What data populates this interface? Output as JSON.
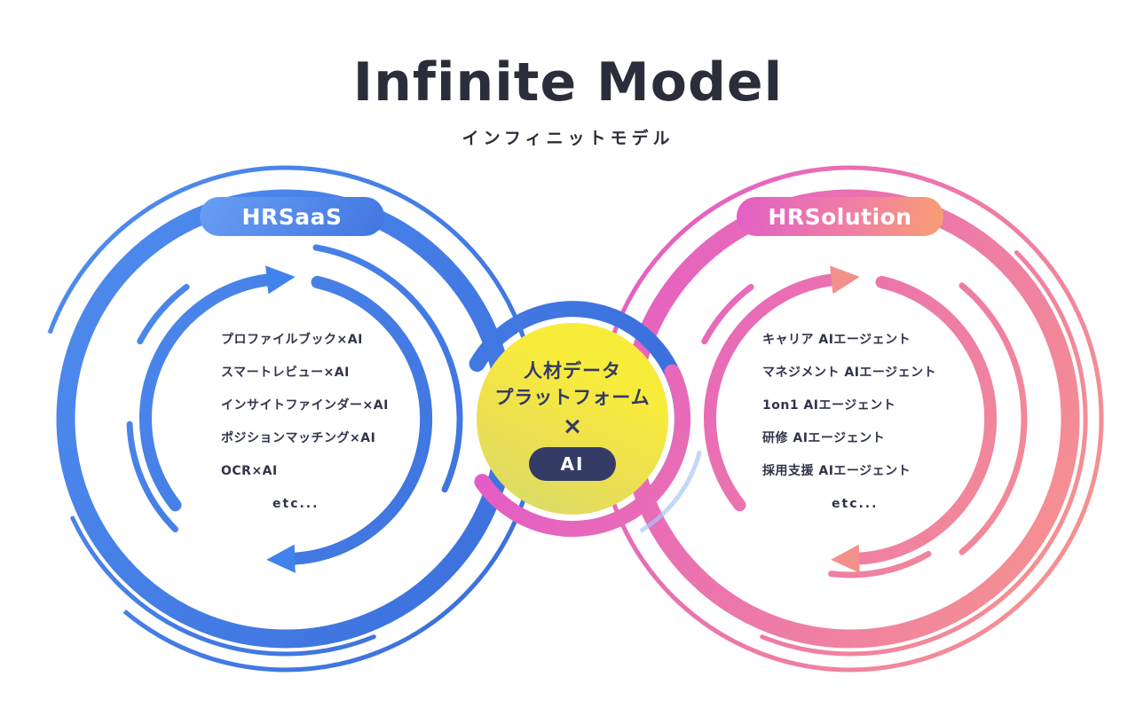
{
  "title": "Infinite Model",
  "subtitle": "インフィニットモデル",
  "left_loop": {
    "badge": "HRSaaS",
    "items": [
      "プロファイルブック×AI",
      "スマートレビュー×AI",
      "インサイトファインダー×AI",
      "ポジションマッチング×AI",
      "OCR×AI"
    ],
    "etc": "etc..."
  },
  "right_loop": {
    "badge": "HRSolution",
    "items": [
      "キャリア AIエージェント",
      "マネジメント AIエージェント",
      "1on1 AIエージェント",
      "研修 AIエージェント",
      "採用支援 AIエージェント"
    ],
    "etc": "etc..."
  },
  "center": {
    "line1": "人材データ",
    "line2": "プラットフォーム",
    "operator": "×",
    "badge": "AI"
  },
  "colors": {
    "blue": "#4787ee",
    "blue_dark": "#3a6edb",
    "blue_light": "#4f8cef",
    "magenta": "#e35cc6",
    "salmon": "#f6948d",
    "yellow": "#f6e93d",
    "navy": "#323a66",
    "ink": "#2b2e3a"
  }
}
